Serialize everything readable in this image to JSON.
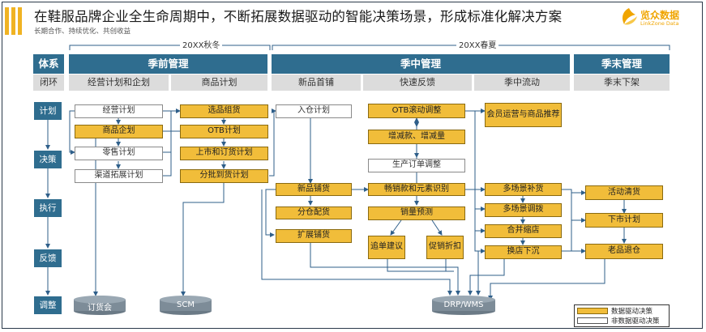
{
  "header": {
    "title": "在鞋服品牌企业全生命周期中，不断拓展数据驱动的智能决策场景，形成标准化解决方案",
    "subtitle": "长期合作、持续优化、共创收益"
  },
  "logo": {
    "name": "览众数据",
    "sub": "LinkZone Data"
  },
  "periods": {
    "autumn_winter": "20XX秋冬",
    "spring_summer": "20XX春夏"
  },
  "phases": {
    "system": "体系",
    "pre": "季前管理",
    "mid": "季中管理",
    "end": "季末管理"
  },
  "loop": {
    "label": "闭环",
    "items": [
      "经营计划和企划",
      "商品计划",
      "新品首铺",
      "快速反馈",
      "季中流动",
      "季末下架"
    ]
  },
  "steps": [
    "计划",
    "决策",
    "执行",
    "反馈",
    "调整"
  ],
  "boxes": {
    "b1": "经营计划",
    "b2": "商品企划",
    "b3": "零售计划",
    "b4": "渠道拓展计划",
    "b5": "选品组货",
    "b6": "OTB计划",
    "b7": "上市和订货计划",
    "b8": "分批到货计划",
    "b9": "入仓计划",
    "b10": "OTB滚动调整",
    "b11": "增减款、增减量",
    "b12": "生产订单调整",
    "b13": "会员运营与商品推荐",
    "b14": "新品铺货",
    "b15": "分仓配货",
    "b16": "扩展铺货",
    "b17": "畅销款和元素识别",
    "b18": "销量预测",
    "b19": "追单建议",
    "b20": "促销折扣",
    "b21": "多场景补货",
    "b22": "多场景调拨",
    "b23": "合并缩店",
    "b24": "换店下沉",
    "b25": "活动清货",
    "b26": "下市计划",
    "b27": "老品退仓"
  },
  "systems": {
    "s1": "订货会",
    "s2": "SCM",
    "s3": "DRP/WMS"
  },
  "legend": {
    "data_driven": "数据驱动决策",
    "non_data_driven": "非数据驱动决策"
  },
  "colors": {
    "accent": "#f0b323",
    "phase": "#2f6d8f",
    "sub": "#dcdcdc"
  }
}
